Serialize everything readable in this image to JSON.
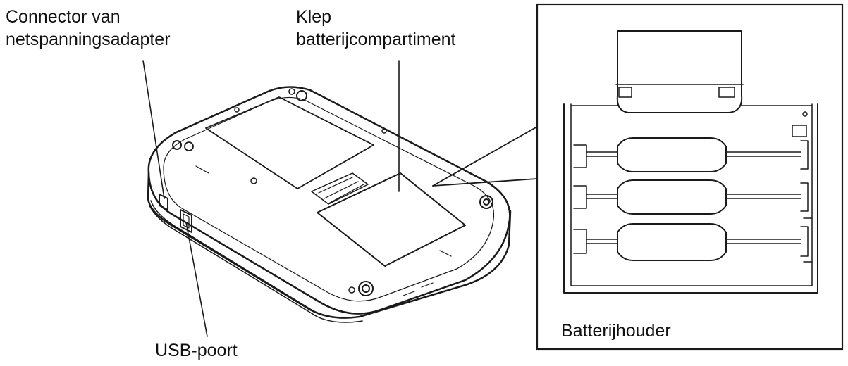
{
  "labels": {
    "adapter_connector_line1": "Connector van",
    "adapter_connector_line2": "netspanningsadapter",
    "battery_cover_line1": "Klep",
    "battery_cover_line2": "batterijcompartiment",
    "usb_port": "USB-poort",
    "battery_holder": "Batterijhouder"
  },
  "colors": {
    "line": "#1a1a1a",
    "background": "#ffffff"
  }
}
